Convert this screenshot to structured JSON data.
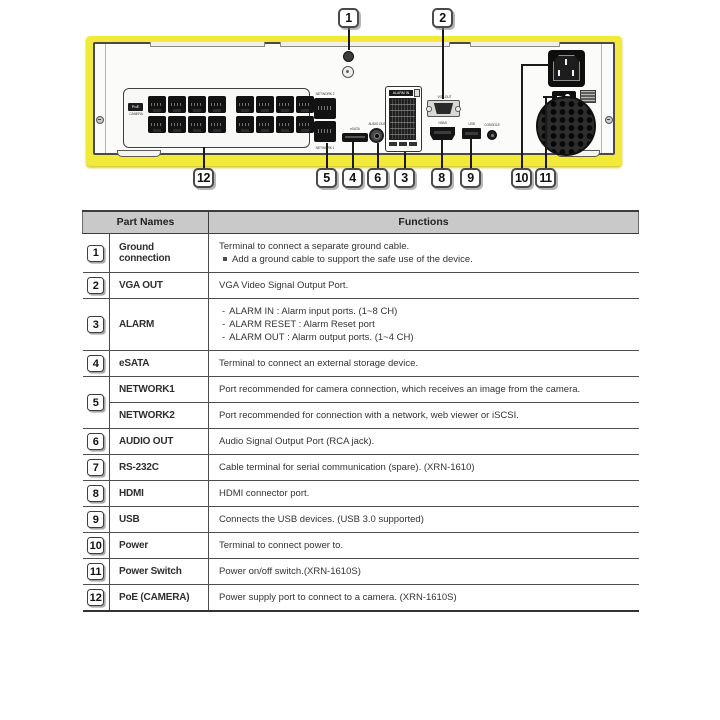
{
  "diagram": {
    "callouts": [
      "1",
      "2",
      "12",
      "5",
      "4",
      "6",
      "3",
      "8",
      "9",
      "10",
      "11"
    ],
    "labels": {
      "poe": "PoE",
      "camera": "CAMERA",
      "network2": "NETWORK 2",
      "network1": "NETWORK 1",
      "esata": "eSATA",
      "audio_out": "AUDIO OUT",
      "alarm_in": "ALARM IN",
      "vga_out": "VGA OUT",
      "hdmi": "HDMI",
      "usb": "USB",
      "console": "CONSOLE"
    }
  },
  "table": {
    "header_part_names": "Part Names",
    "header_functions": "Functions",
    "rows": [
      {
        "num": "1",
        "name": "Ground connection",
        "lines": [
          {
            "t": "Terminal to connect a separate ground cable."
          },
          {
            "m": "sq",
            "t": "Add a ground cable to support the safe use of the device."
          }
        ]
      },
      {
        "num": "2",
        "name": "VGA OUT",
        "lines": [
          {
            "t": "VGA Video Signal Output Port."
          }
        ]
      },
      {
        "num": "3",
        "name": "ALARM",
        "lines": [
          {
            "m": "dash",
            "t": "ALARM IN : Alarm input ports. (1~8 CH)"
          },
          {
            "m": "dash",
            "t": "ALARM RESET : Alarm Reset port"
          },
          {
            "m": "dash",
            "t": "ALARM OUT : Alarm output ports. (1~4 CH)"
          }
        ]
      },
      {
        "num": "4",
        "name": "eSATA",
        "lines": [
          {
            "t": "Terminal to connect an external storage device."
          }
        ]
      },
      {
        "num": "5",
        "sub": [
          {
            "name": "NETWORK1",
            "t": "Port recommended for camera connection, which receives an image from the camera."
          },
          {
            "name": "NETWORK2",
            "t": "Port recommended for connection with a network, web viewer or iSCSI."
          }
        ]
      },
      {
        "num": "6",
        "name": "AUDIO OUT",
        "lines": [
          {
            "t": "Audio Signal Output Port (RCA jack)."
          }
        ]
      },
      {
        "num": "7",
        "name": "RS-232C",
        "lines": [
          {
            "t": "Cable terminal for serial communication (spare). (XRN-1610)"
          }
        ]
      },
      {
        "num": "8",
        "name": "HDMI",
        "lines": [
          {
            "t": "HDMI connector port."
          }
        ]
      },
      {
        "num": "9",
        "name": "USB",
        "lines": [
          {
            "t": "Connects the USB devices. (USB 3.0 supported)"
          }
        ]
      },
      {
        "num": "10",
        "name": "Power",
        "lines": [
          {
            "t": "Terminal to connect power to."
          }
        ]
      },
      {
        "num": "11",
        "name": "Power Switch",
        "lines": [
          {
            "t": "Power on/off switch.(XRN-1610S)"
          }
        ]
      },
      {
        "num": "12",
        "name": "PoE (CAMERA)",
        "lines": [
          {
            "t": "Power supply port to connect to a camera. (XRN-1610S)"
          }
        ]
      }
    ]
  }
}
